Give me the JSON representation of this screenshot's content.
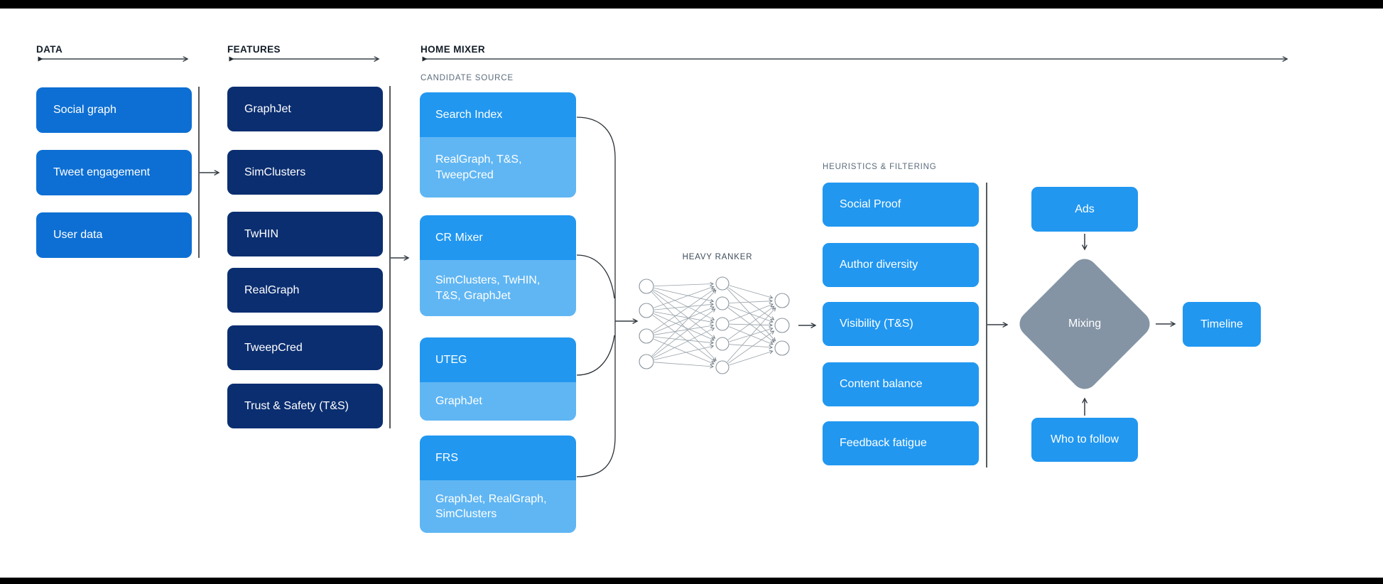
{
  "colors": {
    "data_box": "#0d6fd3",
    "feature_box": "#0b2e70",
    "candidate_header": "#2197f0",
    "candidate_sub": "#60b6f3",
    "heuristic_box": "#2197f0",
    "mixing_diamond": "#8494a5",
    "connector": "#333333",
    "frame_bar": "#000000"
  },
  "sections": {
    "data": {
      "label": "DATA",
      "boxes": [
        "Social graph",
        "Tweet engagement",
        "User data"
      ]
    },
    "features": {
      "label": "FEATURES",
      "boxes": [
        "GraphJet",
        "SimClusters",
        "TwHIN",
        "RealGraph",
        "TweepCred",
        "Trust & Safety (T&S)"
      ]
    },
    "home_mixer": {
      "label": "HOME MIXER",
      "candidate_source": {
        "label": "CANDIDATE SOURCE",
        "sources": [
          {
            "name": "Search Index",
            "features": "RealGraph, T&S, TweepCred"
          },
          {
            "name": "CR Mixer",
            "features": "SimClusters, TwHIN, T&S, GraphJet"
          },
          {
            "name": "UTEG",
            "features": "GraphJet"
          },
          {
            "name": "FRS",
            "features": "GraphJet, RealGraph, SimClusters"
          }
        ]
      },
      "heavy_ranker": {
        "label": "HEAVY RANKER",
        "layers": [
          4,
          5,
          3
        ]
      },
      "heuristics": {
        "label": "HEURISTICS & FILTERING",
        "boxes": [
          "Social Proof",
          "Author diversity",
          "Visibility (T&S)",
          "Content balance",
          "Feedback fatigue"
        ]
      },
      "output": {
        "ads": "Ads",
        "mixing": "Mixing",
        "who_to_follow": "Who to follow",
        "timeline": "Timeline"
      }
    }
  }
}
